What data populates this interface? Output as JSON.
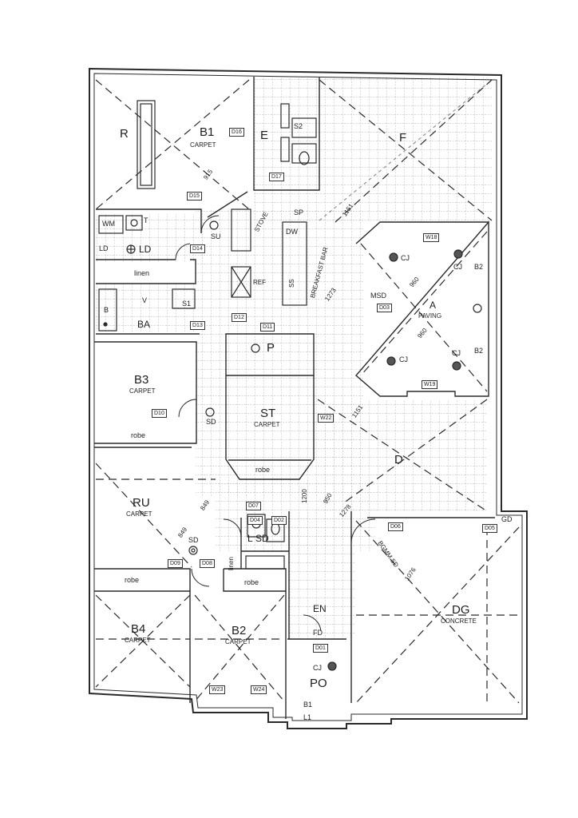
{
  "rooms": {
    "R": "R",
    "B1": "B1",
    "B1_floor": "CARPET",
    "E": "E",
    "S2": "S2",
    "F": "F",
    "WM": "WM",
    "T": "T",
    "LD_left": "LD",
    "LD_right": "LD",
    "SU_top": "SU",
    "linen_top": "linen",
    "B_bath": "B",
    "V": "V",
    "S1": "S1",
    "BA": "BA",
    "B3": "B3",
    "B3_floor": "CARPET",
    "robe_b3": "robe",
    "SD_mid": "SD",
    "SP": "SP",
    "DW": "DW",
    "BREAKFAST_BAR": "BREAKFAST BAR",
    "SS": "SS",
    "REF": "REF",
    "STOVE": "STOVE",
    "P": "P",
    "ST": "ST",
    "ST_floor": "CARPET",
    "robe_st": "robe",
    "MSD": "MSD",
    "A": "A",
    "A_floor": "PAVING",
    "CJ_a1": "CJ",
    "CJ_a2": "CJ",
    "CJ_a3": "CJ",
    "CJ_a4": "CJ",
    "B2_tag1": "B2",
    "B2_tag2": "B2",
    "D_area": "D",
    "RU": "RU",
    "RU_floor": "CARPET",
    "SD_ru": "SD",
    "L": "L",
    "SD_l": "SD",
    "linen_mid": "linen",
    "robe_b4": "robe",
    "robe_b2": "robe",
    "B4": "B4",
    "B4_floor": "CARPET",
    "B2": "B2",
    "B2_floor": "CARPET",
    "EN": "EN",
    "FD": "FD",
    "CJ_po": "CJ",
    "PO": "PO",
    "B1_tag": "B1",
    "L1_tag": "L1",
    "DG": "DG",
    "DG_floor": "CONCRETE",
    "GD": "GD",
    "BGMM_SD": "BGMM SD"
  },
  "tags": {
    "d16": "D16",
    "d17": "D17",
    "d15": "D15",
    "d14": "D14",
    "d13": "D13",
    "d12": "D12",
    "d11": "D11",
    "d10": "D10",
    "d09": "D09",
    "d08": "D08",
    "d07": "D07",
    "d06": "D06",
    "d05": "D05",
    "d04": "D04",
    "d03": "D03",
    "d02": "D02",
    "d01": "D01",
    "w18": "W18",
    "w19": "W19",
    "w22": "W22",
    "w23": "W23",
    "w24": "W24"
  },
  "dims": {
    "d915": "915",
    "d1151a": "1151",
    "d1273": "1273",
    "d960a": "960",
    "d960b": "960",
    "d1151b": "1151",
    "d849a": "849",
    "d849b": "849",
    "d1200": "1200",
    "d950": "950",
    "d1278": "1278",
    "d1076": "1076"
  },
  "colors": {
    "line": "#2a2a2a",
    "grid": "#9a9a9a",
    "paper": "#ffffff"
  }
}
